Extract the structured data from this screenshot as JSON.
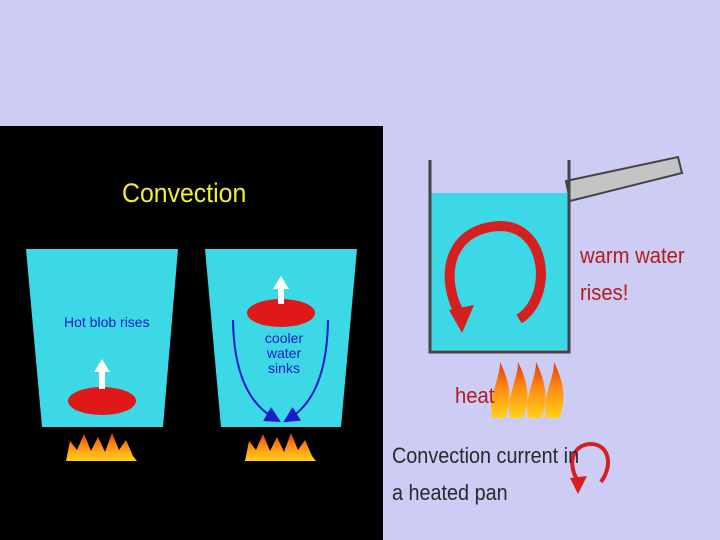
{
  "left_panel": {
    "title": "Convection",
    "hot_label": "Hot blob rises",
    "cool_label_lines": [
      "cooler",
      "water",
      "sinks"
    ]
  },
  "right_panel": {
    "warm_label_lines": [
      "warm water",
      "rises!"
    ],
    "heat_label": "heat",
    "caption_lines": [
      "Convection current in",
      "a heated pan"
    ]
  },
  "colors": {
    "background": "#ccccf5",
    "panel": "#000000",
    "water": "#3cd8e6",
    "blob": "#e01818",
    "title": "#f4ee2a",
    "label_blue": "#1b1bcc",
    "label_red": "#b51b1b"
  }
}
